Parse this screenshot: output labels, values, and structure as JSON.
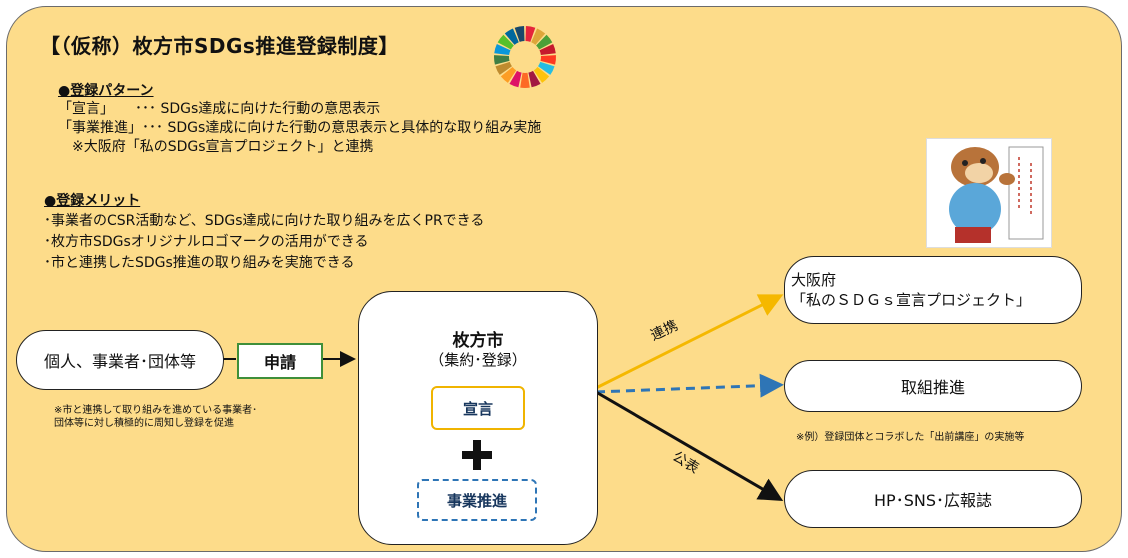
{
  "title": "【（仮称）枚方市SDGs推進登録制度】",
  "logo": {
    "icon": "sdgs-wheel-icon"
  },
  "mascot": {
    "icon": "mascot-illustration"
  },
  "registration_pattern": {
    "heading": "●登録パターン",
    "lines": [
      "「宣言」　　･･･ SDGs達成に向けた行動の意思表示",
      "「事業推進」･･･ SDGs達成に向けた行動の意思表示と具体的な取り組み実施",
      "　※大阪府「私のSDGs宣言プロジェクト」と連携"
    ]
  },
  "registration_merit": {
    "heading": "●登録メリット",
    "lines": [
      "･事業者のCSR活動など、SDGs達成に向けた取り組みを広くPRできる",
      "･枚方市SDGsオリジナルロゴマークの活用ができる",
      "･市と連携したSDGs推進の取り組みを実施できる"
    ]
  },
  "applicant": {
    "label": "個人、事業者･団体等",
    "note": "※市と連携して取り組みを進めている事業者･団体等に対し積極的に周知し登録を促進"
  },
  "apply_label": "申請",
  "center": {
    "title": "枚方市",
    "subtitle": "（集約･登録）",
    "sengen": "宣言",
    "jigyo": "事業推進"
  },
  "targets": {
    "osaka_line1": "大阪府",
    "osaka_line2": "「私のＳＤＧｓ宣言プロジェクト」",
    "torikumi": "取組推進",
    "torikumi_note": "※例）登録団体とコラボした「出前講座」の実施等",
    "media": "HP･SNS･広報誌"
  },
  "edge_labels": {
    "renkei": "連携",
    "kohyo": "公表"
  },
  "colors": {
    "background": "#fddc8a",
    "arrow_yellow": "#f5b800",
    "arrow_blue": "#2e75b6",
    "apply_border": "#3f8f3a"
  }
}
